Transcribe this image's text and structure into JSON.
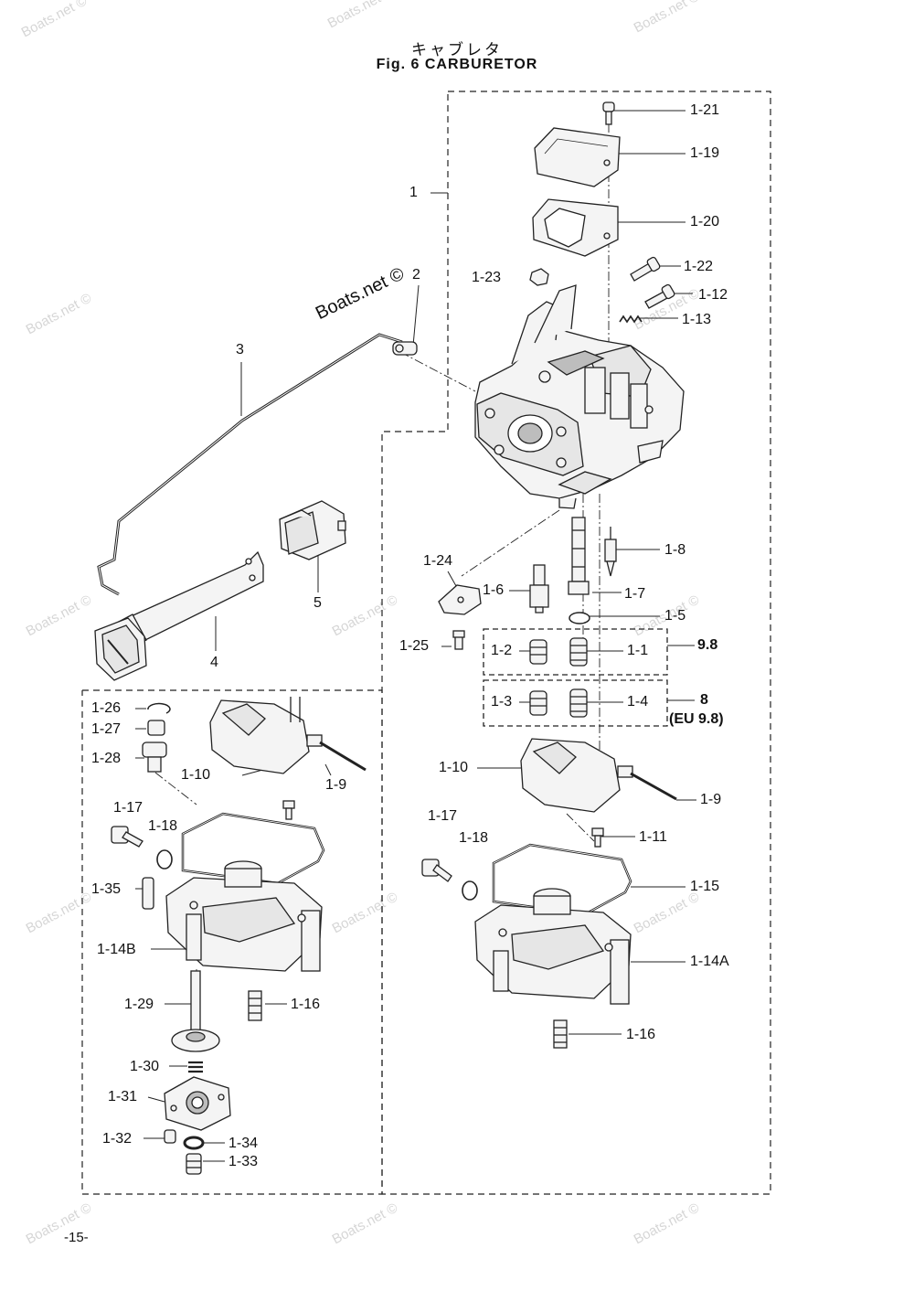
{
  "title_jp": "キャブレタ",
  "title_en": "Fig. 6  CARBURETOR",
  "credit": "Boats.net ©",
  "watermark": "Boats.net ©",
  "page_number": "-15-",
  "labels": {
    "p1_21": "1-21",
    "p1_19": "1-19",
    "p1_20": "1-20",
    "p1": "1",
    "p1_22": "1-22",
    "p1_23": "1-23",
    "p1_12": "1-12",
    "p1_13": "1-13",
    "p2": "2",
    "p3": "3",
    "p4": "4",
    "p5": "5",
    "p1_8": "1-8",
    "p1_24": "1-24",
    "p1_6": "1-6",
    "p1_7": "1-7",
    "p1_5": "1-5",
    "p1_25": "1-25",
    "p1_2": "1-2",
    "p1_1": "1-1",
    "v9_8": "9.8",
    "p1_3": "1-3",
    "p1_4": "1-4",
    "v8": "8",
    "eu9_8": "(EU 9.8)",
    "p1_10r": "1-10",
    "p1_9r": "1-9",
    "p1_17r": "1-17",
    "p1_18r": "1-18",
    "p1_11": "1-11",
    "p1_15": "1-15",
    "p1_14a": "1-14A",
    "p1_16r": "1-16",
    "p1_26": "1-26",
    "p1_27": "1-27",
    "p1_28": "1-28",
    "p1_10l": "1-10",
    "p1_9l": "1-9",
    "p1_17l": "1-17",
    "p1_18l": "1-18",
    "p1_35": "1-35",
    "p1_14b": "1-14B",
    "p1_29": "1-29",
    "p1_16l": "1-16",
    "p1_30": "1-30",
    "p1_31": "1-31",
    "p1_32": "1-32",
    "p1_34": "1-34",
    "p1_33": "1-33"
  },
  "colors": {
    "line": "#222222",
    "part_fill": "#f4f4f4",
    "shade": "#bdbdbd",
    "watermark": "#d6d6d6"
  }
}
